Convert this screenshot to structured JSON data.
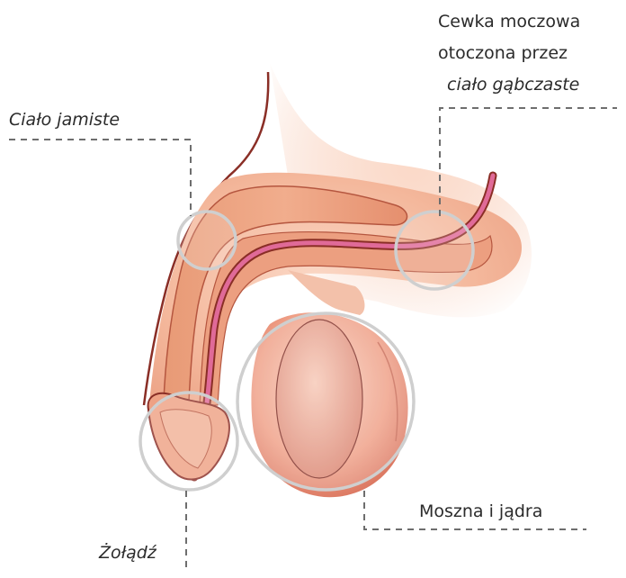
{
  "labels": {
    "corpus_cavernosum": "Ciało jamiste",
    "urethra_line1": "Cewka moczowa",
    "urethra_line2": "otoczona przez",
    "urethra_line3": "ciało gąbczaste",
    "scrotum": "Moszna i jądra",
    "glans": "Żołądź"
  },
  "colors": {
    "skin": "#f4b89c",
    "skin_shadow": "#e9967a",
    "tissue": "#e5936f",
    "tissue_dark": "#c56d4f",
    "outline": "#8a2e26",
    "urethra": "#d9558a",
    "testis": "#d97c6a",
    "ring": "#cfcfcf",
    "leader": "#6e6e6e"
  },
  "icons": {
    "highlight_rings": "circle-callout-icon"
  }
}
